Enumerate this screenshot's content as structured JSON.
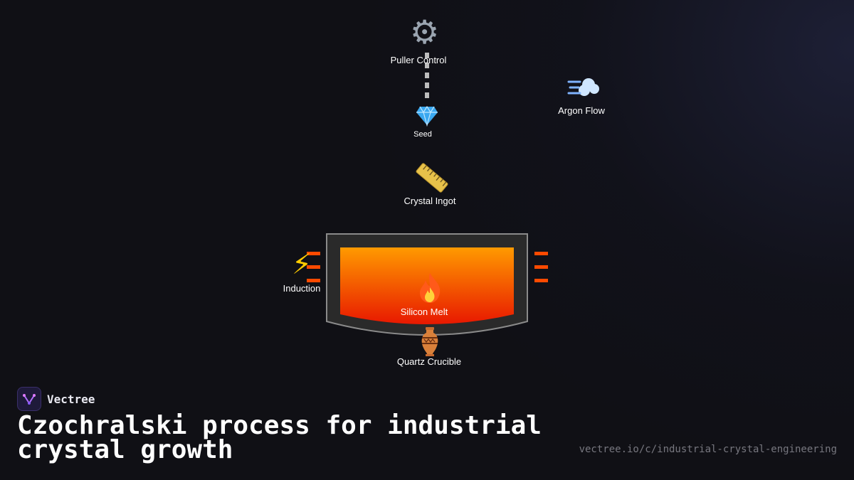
{
  "diagram": {
    "nodes": {
      "puller_control": {
        "icon": "gear-icon",
        "label": "Puller Control"
      },
      "seed": {
        "icon": "gem-icon",
        "label": "Seed"
      },
      "argon_flow": {
        "icon": "dash-wind-icon",
        "label": "Argon Flow"
      },
      "crystal_ingot": {
        "icon": "ruler-icon",
        "label": "Crystal Ingot"
      },
      "induction": {
        "icon": "lightning-icon",
        "label": "Induction"
      },
      "silicon_melt": {
        "icon": "fire-icon",
        "label": "Silicon Melt"
      },
      "quartz_crucible": {
        "icon": "amphora-icon",
        "label": "Quartz Crucible"
      }
    },
    "colors": {
      "melt_top": "#ff9a00",
      "melt_bottom": "#e81800",
      "coil": "#ff4a00",
      "crucible_fill": "#2a2a2a",
      "crucible_stroke": "#8a8a8a",
      "pull_rod": "#bdbdbd"
    }
  },
  "footer": {
    "brand_name": "Vectree",
    "title": "Czochralski process for industrial crystal growth",
    "url": "vectree.io/c/industrial-crystal-engineering"
  }
}
